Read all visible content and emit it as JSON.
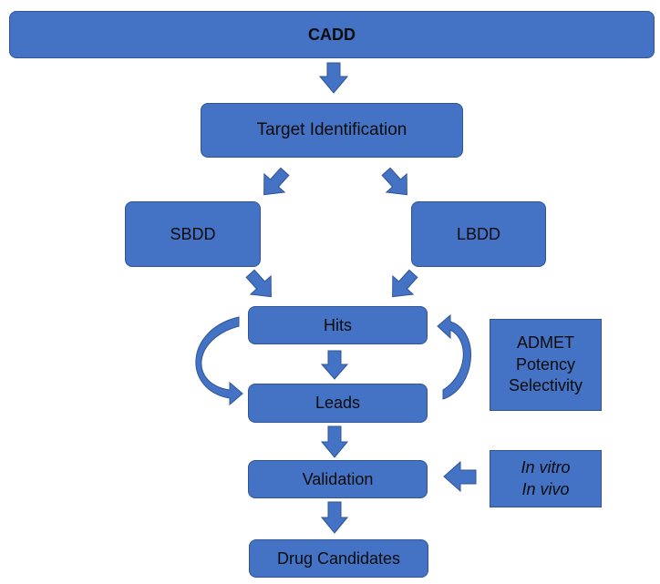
{
  "diagram": {
    "fill_color": "#4472c4",
    "border_color": "#2f5597",
    "text_color": "#0c0c0c",
    "title": "CADD",
    "target": "Target Identification",
    "branches": {
      "left": "SBDD",
      "right": "LBDD"
    },
    "stages": {
      "hits": "Hits",
      "leads": "Leads",
      "validation": "Validation",
      "candidates": "Drug Candidates"
    },
    "optimization_criteria": [
      "ADMET",
      "Potency",
      "Selectivity"
    ],
    "validation_methods": [
      "In vitro",
      "In vivo"
    ]
  }
}
